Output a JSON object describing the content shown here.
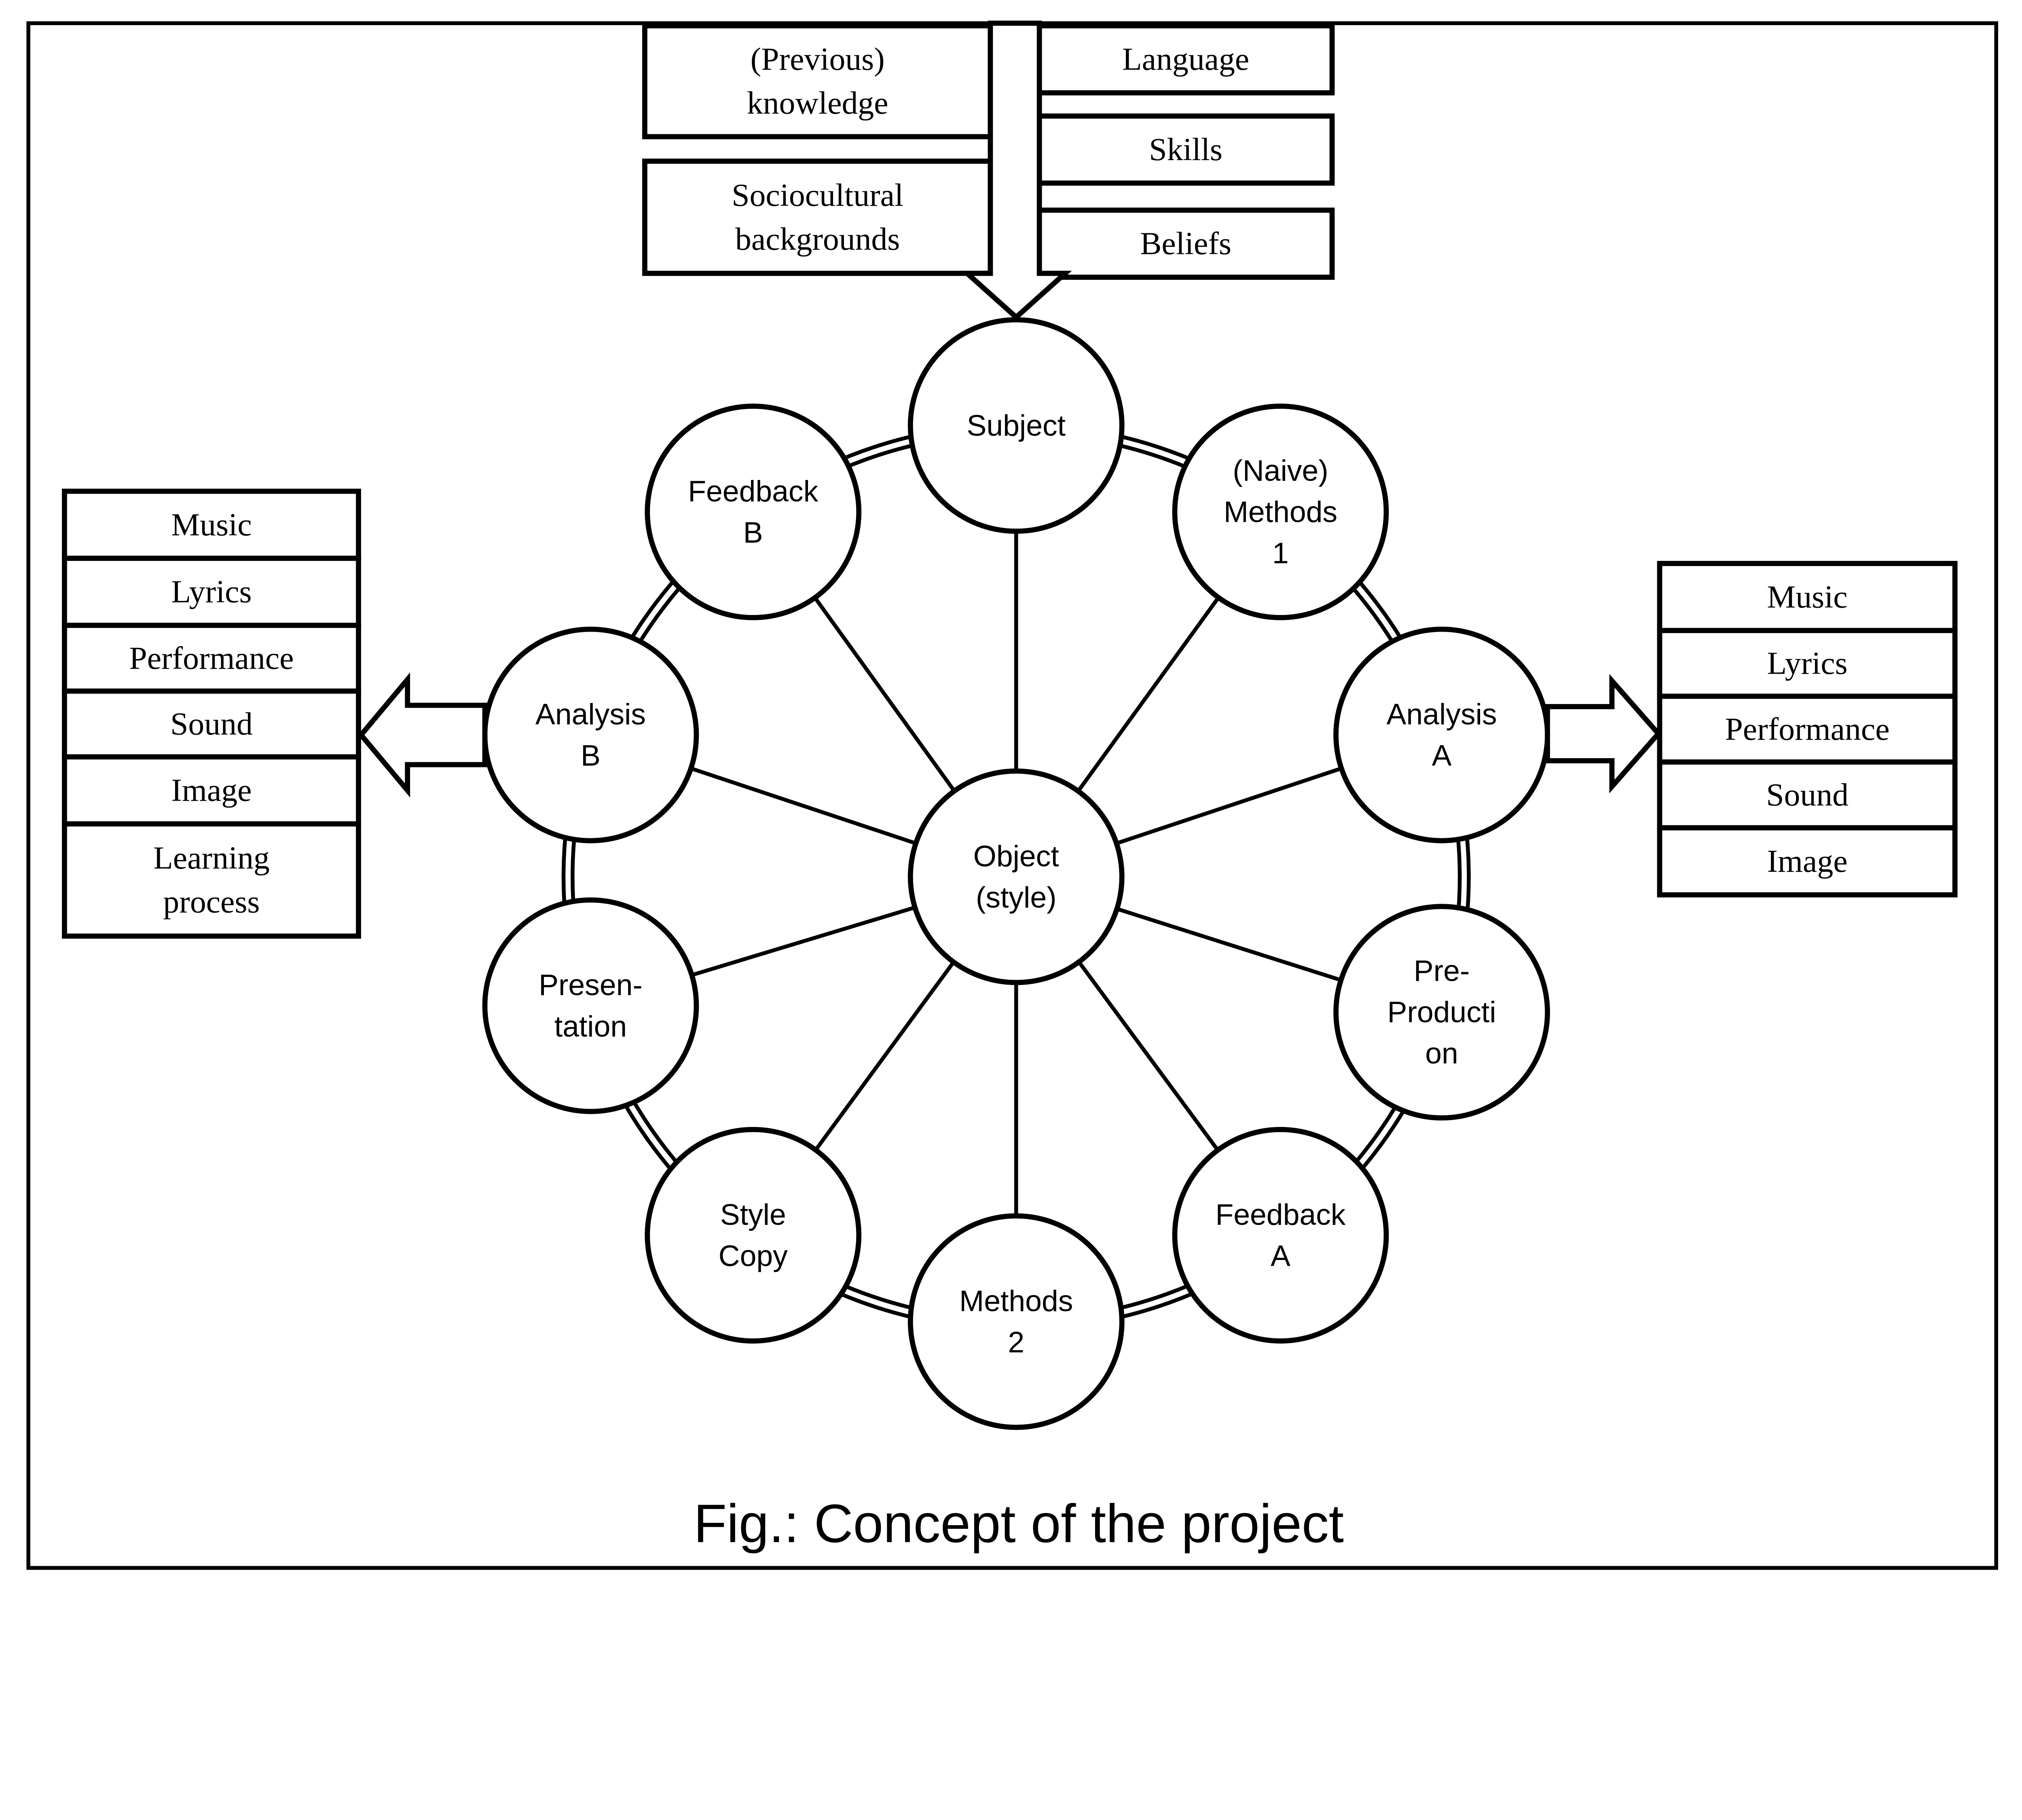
{
  "caption": "Fig.: Concept of the project",
  "top_left_boxes": [
    {
      "lines": [
        "(Previous)",
        "knowledge"
      ]
    },
    {
      "lines": [
        "Sociocultural",
        "backgrounds"
      ]
    }
  ],
  "top_right_boxes": [
    {
      "lines": [
        "Language"
      ]
    },
    {
      "lines": [
        "Skills"
      ]
    },
    {
      "lines": [
        "Beliefs"
      ]
    }
  ],
  "left_list": [
    {
      "lines": [
        "Music"
      ]
    },
    {
      "lines": [
        "Lyrics"
      ]
    },
    {
      "lines": [
        "Performance"
      ]
    },
    {
      "lines": [
        "Sound"
      ]
    },
    {
      "lines": [
        "Image"
      ]
    },
    {
      "lines": [
        "Learning",
        "process"
      ]
    }
  ],
  "right_list": [
    {
      "lines": [
        "Music"
      ]
    },
    {
      "lines": [
        "Lyrics"
      ]
    },
    {
      "lines": [
        "Performance"
      ]
    },
    {
      "lines": [
        "Sound"
      ]
    },
    {
      "lines": [
        "Image"
      ]
    }
  ],
  "center": {
    "lines": [
      "Object",
      "(style)"
    ]
  },
  "ring_nodes": [
    {
      "id": "subject",
      "lines": [
        "Subject"
      ]
    },
    {
      "id": "naive-methods-1",
      "lines": [
        "(Naive)",
        "Methods",
        "1"
      ]
    },
    {
      "id": "analysis-a",
      "lines": [
        "Analysis",
        "A"
      ]
    },
    {
      "id": "pre-production",
      "lines": [
        "Pre-",
        "Producti",
        "on"
      ]
    },
    {
      "id": "feedback-a",
      "lines": [
        "Feedback",
        "A"
      ]
    },
    {
      "id": "methods-2",
      "lines": [
        "Methods",
        "2"
      ]
    },
    {
      "id": "style-copy",
      "lines": [
        "Style",
        "Copy"
      ]
    },
    {
      "id": "presentation",
      "lines": [
        "Presen-",
        "tation"
      ]
    },
    {
      "id": "analysis-b",
      "lines": [
        "Analysis",
        "B"
      ]
    },
    {
      "id": "feedback-b",
      "lines": [
        "Feedback",
        "B"
      ]
    }
  ]
}
